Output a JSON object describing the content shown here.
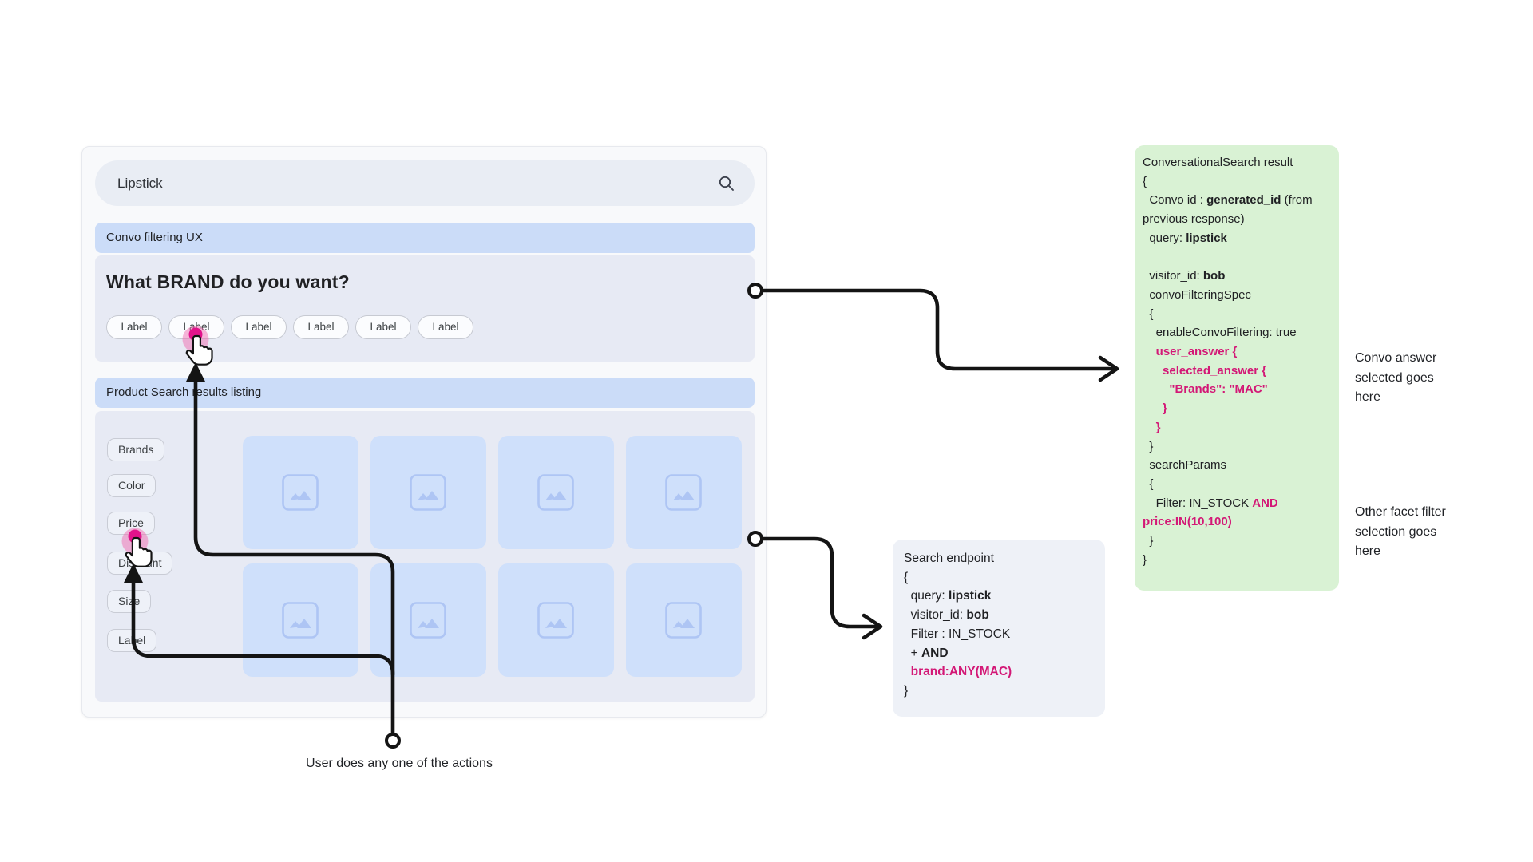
{
  "colors": {
    "accent_pink": "#d31876",
    "banner_blue": "#cbdcf8",
    "section_blue": "#e7eaf4",
    "card_blue": "#cfe0fb",
    "result_green": "#d9f2d4",
    "endpoint_gray": "#eef1f7",
    "connector_black": "#141414",
    "cursor_pink": "#e2138b"
  },
  "mockup": {
    "search": {
      "value": "Lipstick"
    },
    "convo_banner": "Convo filtering UX",
    "question": "What BRAND do you want?",
    "chips": [
      "Label",
      "Label",
      "Label",
      "Label",
      "Label",
      "Label"
    ],
    "results_banner": "Product Search results listing",
    "facets": [
      "Brands",
      "Color",
      "Price",
      "Discount",
      "Size",
      "Label"
    ],
    "product_card_count": 8
  },
  "conversational_result": {
    "lines": [
      [
        {
          "t": "ConversationalSearch result"
        }
      ],
      [
        {
          "t": "{"
        }
      ],
      [
        {
          "t": "  Convo id : "
        },
        {
          "t": "generated_id",
          "b": 1
        },
        {
          "t": " (from"
        }
      ],
      [
        {
          "t": "previous response)"
        }
      ],
      [
        {
          "t": "  query: "
        },
        {
          "t": "lipstick",
          "b": 1
        }
      ],
      [],
      [
        {
          "t": "  visitor_id: "
        },
        {
          "t": "bob",
          "b": 1
        }
      ],
      [
        {
          "t": "  convoFilteringSpec"
        }
      ],
      [
        {
          "t": "  {"
        }
      ],
      [
        {
          "t": "    enableConvoFiltering: true"
        }
      ],
      [
        {
          "t": "    "
        },
        {
          "t": "user_answer {",
          "b": 1,
          "p": 1
        }
      ],
      [
        {
          "t": "      "
        },
        {
          "t": "selected_answer {",
          "b": 1,
          "p": 1
        }
      ],
      [
        {
          "t": "        "
        },
        {
          "t": "\"Brands\": \"MAC\"",
          "b": 1,
          "p": 1
        }
      ],
      [
        {
          "t": "      "
        },
        {
          "t": "}",
          "b": 1,
          "p": 1
        }
      ],
      [
        {
          "t": "    "
        },
        {
          "t": "}",
          "b": 1,
          "p": 1
        }
      ],
      [
        {
          "t": "  }"
        }
      ],
      [
        {
          "t": "  searchParams"
        }
      ],
      [
        {
          "t": "  {"
        }
      ],
      [
        {
          "t": "    Filter: IN_STOCK "
        },
        {
          "t": "AND",
          "b": 1,
          "p": 1
        }
      ],
      [
        {
          "t": "price:IN(10,100)",
          "b": 1,
          "p": 1
        }
      ],
      [
        {
          "t": "  }"
        }
      ],
      [
        {
          "t": "}"
        }
      ]
    ]
  },
  "search_endpoint": {
    "lines": [
      [
        {
          "t": "Search endpoint"
        }
      ],
      [
        {
          "t": "{"
        }
      ],
      [
        {
          "t": "  query: "
        },
        {
          "t": "lipstick",
          "b": 1
        }
      ],
      [
        {
          "t": "  visitor_id: "
        },
        {
          "t": "bob",
          "b": 1
        }
      ],
      [
        {
          "t": "  Filter : IN_STOCK"
        }
      ],
      [
        {
          "t": "  + "
        },
        {
          "t": "AND",
          "b": 1
        }
      ],
      [
        {
          "t": "  "
        },
        {
          "t": "brand:ANY(MAC)",
          "b": 1,
          "p": 1
        }
      ],
      [
        {
          "t": "}"
        }
      ]
    ]
  },
  "annotations": {
    "convo_answer": "Convo answer selected goes here",
    "other_facet": "Other facet filter selection goes here",
    "user_action": "User does any one of the actions"
  }
}
